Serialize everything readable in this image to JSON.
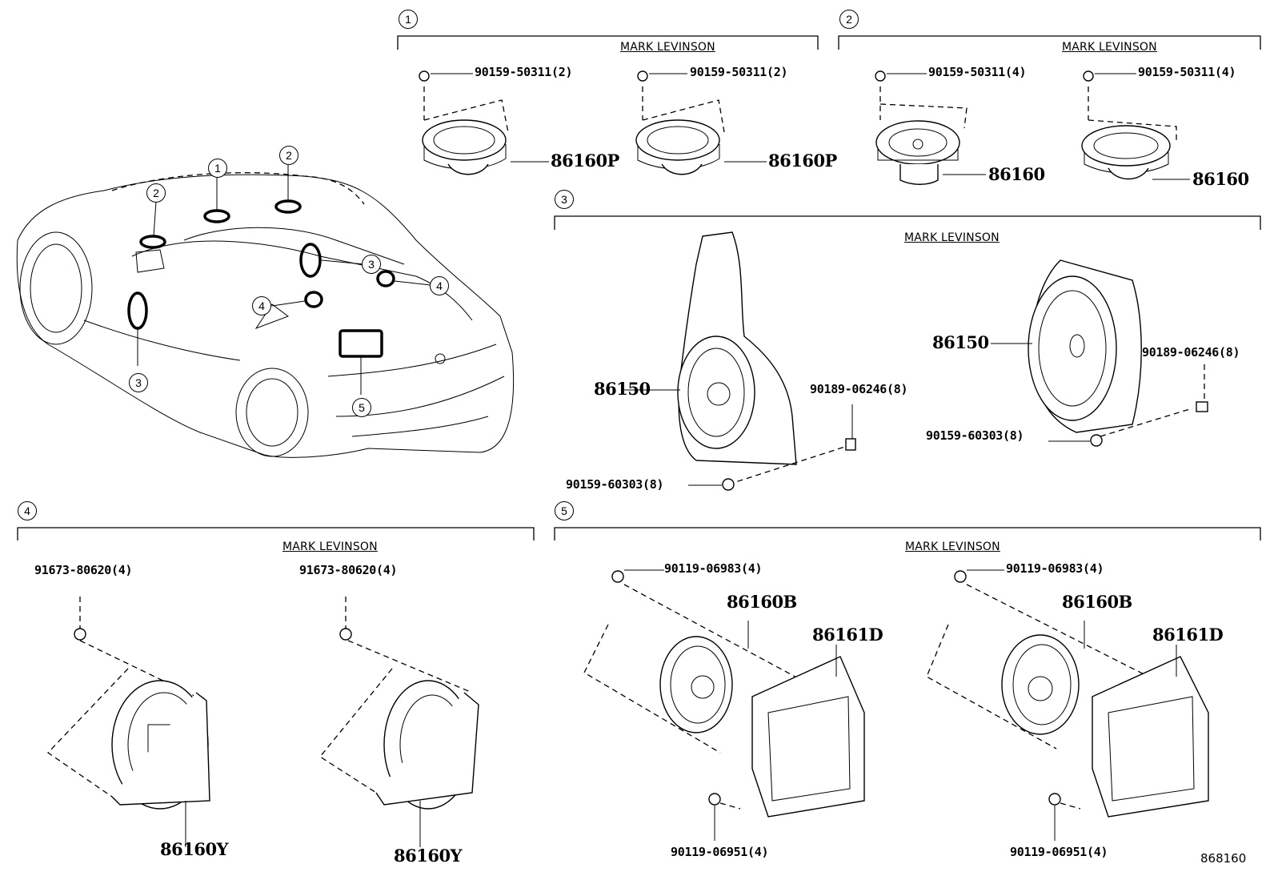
{
  "groups": [
    {
      "num": "1",
      "title": "MARK LEVINSON"
    },
    {
      "num": "2",
      "title": "MARK LEVINSON"
    },
    {
      "num": "3",
      "title": "MARK LEVINSON"
    },
    {
      "num": "4",
      "title": "MARK LEVINSON"
    },
    {
      "num": "5",
      "title": "MARK LEVINSON"
    }
  ],
  "car_callouts": [
    "1",
    "2",
    "2",
    "3",
    "3",
    "4",
    "4",
    "5"
  ],
  "parts": {
    "g1_screw_a": "90159-50311(2)",
    "g1_screw_b": "90159-50311(2)",
    "g1_spk_a": "86160P",
    "g1_spk_b": "86160P",
    "g2_screw_a": "90159-50311(4)",
    "g2_screw_b": "90159-50311(4)",
    "g2_spk_a": "86160",
    "g2_spk_b": "86160",
    "g3_spk_a": "86150",
    "g3_nut_a": "90189-06246(8)",
    "g3_screw_a": "90159-60303(8)",
    "g3_spk_b": "86150",
    "g3_nut_b": "90189-06246(8)",
    "g3_screw_b": "90159-60303(8)",
    "g4_screw_a": "91673-80620(4)",
    "g4_screw_b": "91673-80620(4)",
    "g4_spk_a": "86160Y",
    "g4_spk_b": "86160Y",
    "g5_screw_top_a": "90119-06983(4)",
    "g5_spk_a": "86160B",
    "g5_box_a": "86161D",
    "g5_screw_bot_a": "90119-06951(4)",
    "g5_screw_top_b": "90119-06983(4)",
    "g5_spk_b": "86160B",
    "g5_box_b": "86161D",
    "g5_screw_bot_b": "90119-06951(4)"
  },
  "figure_code": "868160"
}
